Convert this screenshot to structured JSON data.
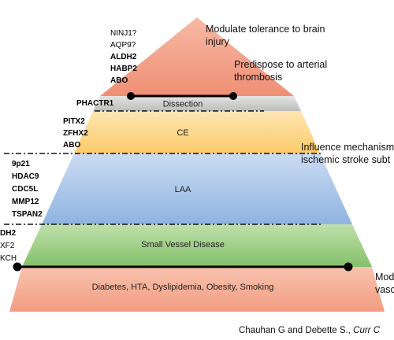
{
  "levels": [
    {
      "label": "Dissection",
      "color": "#c9c9c9"
    },
    {
      "label": "CE",
      "color": "#fdd686"
    },
    {
      "label": "LAA",
      "color": "#a9c4e8"
    },
    {
      "label": "Small Vessel Disease",
      "color": "#9fcf86"
    },
    {
      "label": "Diabetes, HTA, Dyslipidemia, Obesity, Smoking",
      "color": "#f5ad94"
    }
  ],
  "apex": {
    "color": "#f3a18a"
  },
  "gene_groups": [
    {
      "genes": [
        {
          "name": "NINJ1?",
          "bold": false
        },
        {
          "name": "AQP9?",
          "bold": false
        },
        {
          "name": "ALDH2",
          "bold": true
        },
        {
          "name": "HABP2",
          "bold": true
        },
        {
          "name": "ABO",
          "bold": true
        }
      ]
    },
    {
      "genes": [
        {
          "name": "PHACTR1",
          "bold": true
        }
      ]
    },
    {
      "genes": [
        {
          "name": "PITX2",
          "bold": true
        },
        {
          "name": "ZFHX2",
          "bold": true
        },
        {
          "name": "ABO",
          "bold": true
        }
      ]
    },
    {
      "genes": [
        {
          "name": "9p21",
          "bold": true
        },
        {
          "name": "HDAC9",
          "bold": true
        },
        {
          "name": "CDC5L",
          "bold": true
        },
        {
          "name": "MMP12",
          "bold": true
        },
        {
          "name": "TSPAN2",
          "bold": true
        }
      ]
    },
    {
      "genes": [
        {
          "name": "DH2",
          "bold": true
        },
        {
          "name": "XF2",
          "bold": false
        },
        {
          "name": "KCH",
          "bold": false
        }
      ]
    }
  ],
  "annotations": {
    "brain_injury_line1": "Modulate tolerance to brain",
    "brain_injury_line2": "injury",
    "thrombosis_line1": "Predispose to arterial",
    "thrombosis_line2": "thrombosis",
    "mechanism_line1": "Influence mechanism",
    "mechanism_line2": "ischemic stroke subt",
    "vascular_line1": "Mod",
    "vascular_line2": "vasc"
  },
  "citation": {
    "authors": "Chauhan G and Debette S., ",
    "journal": "Curr C"
  }
}
